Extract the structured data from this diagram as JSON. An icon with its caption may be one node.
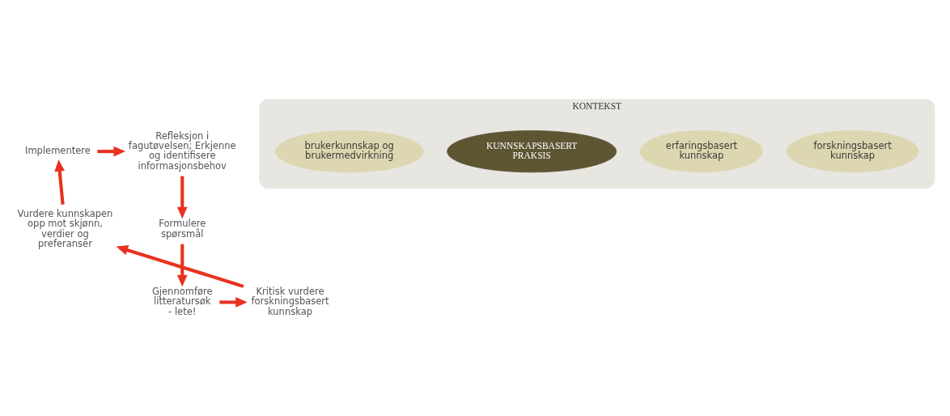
{
  "diagram": {
    "nodes": [
      {
        "text": [
          "Refleksjon i fagutøvelsen; Erkjenne og identifisere informasjonsbehov"
        ]
      },
      {
        "text": [
          "Formulere spørsmål"
        ]
      },
      {
        "text": [
          "Gjennomføre litteratursøk - lete!"
        ]
      },
      {
        "text": [
          "Kritisk vurdere forskningsbasert kunnskap"
        ]
      },
      {
        "text": [
          "Vurdere kunnskapen opp mot skjønn, verdier og preferanser"
        ]
      },
      {
        "text": [
          "Implementere"
        ]
      },
      {
        "text": [
          "KONTEKST"
        ]
      },
      {
        "text": [
          "forskningsbasert kunnskap"
        ],
        "in": 6
      },
      {
        "text": [
          "erfaringsbasert kunnskap"
        ],
        "in": 6
      },
      {
        "text": [
          "KUNNSKAPSBASERT PRAKSIS"
        ],
        "in": 6
      },
      {
        "text": [
          "brukerkunnskap og brukermedvirkning"
        ],
        "in": 6
      }
    ],
    "edges": [
      {
        "from": 0,
        "to": 1,
        "arrow": "to"
      },
      {
        "from": 1,
        "to": 2,
        "arrow": "to"
      },
      {
        "from": 2,
        "to": 3,
        "arrow": "to"
      },
      {
        "from": 3,
        "to": 4,
        "arrow": "to"
      },
      {
        "from": 4,
        "to": 5,
        "arrow": "to"
      },
      {
        "from": 5,
        "to": 0,
        "arrow": "to"
      }
    ]
  }
}
